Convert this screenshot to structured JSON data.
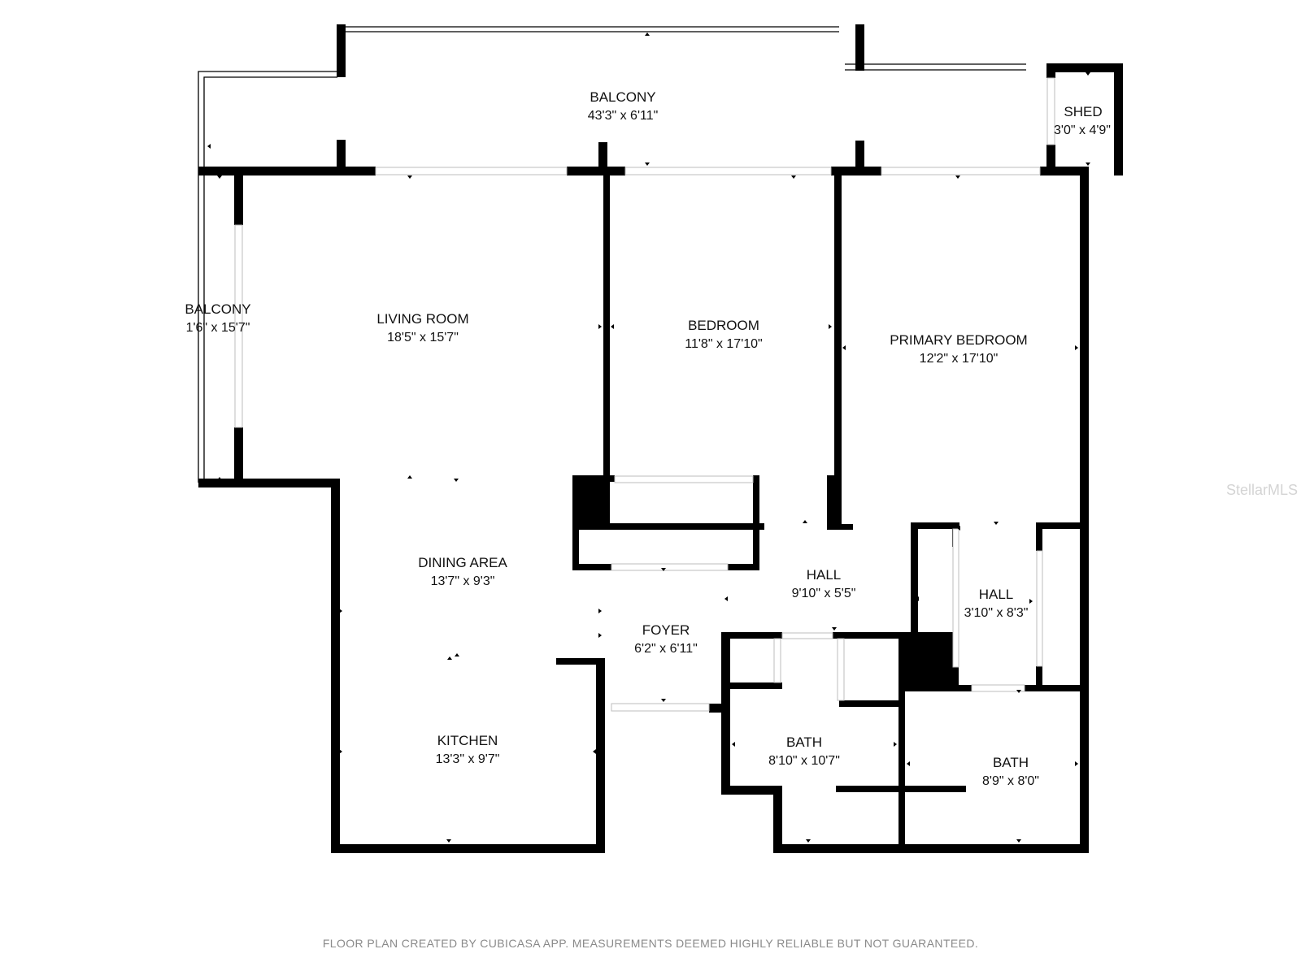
{
  "plan": {
    "rooms": [
      {
        "id": "balcony-top",
        "name": "BALCONY",
        "dims": "43'3\" x 6'11\""
      },
      {
        "id": "shed",
        "name": "SHED",
        "dims": "3'0\" x 4'9\""
      },
      {
        "id": "balcony-side",
        "name": "BALCONY",
        "dims": "1'6\" x 15'7\""
      },
      {
        "id": "living-room",
        "name": "LIVING ROOM",
        "dims": "18'5\" x 15'7\""
      },
      {
        "id": "bedroom",
        "name": "BEDROOM",
        "dims": "11'8\" x 17'10\""
      },
      {
        "id": "primary-bedroom",
        "name": "PRIMARY BEDROOM",
        "dims": "12'2\" x 17'10\""
      },
      {
        "id": "dining-area",
        "name": "DINING AREA",
        "dims": "13'7\" x 9'3\""
      },
      {
        "id": "hall-main",
        "name": "HALL",
        "dims": "9'10\" x 5'5\""
      },
      {
        "id": "hall-small",
        "name": "HALL",
        "dims": "3'10\" x 8'3\""
      },
      {
        "id": "foyer",
        "name": "FOYER",
        "dims": "6'2\" x 6'11\""
      },
      {
        "id": "kitchen",
        "name": "KITCHEN",
        "dims": "13'3\" x 9'7\""
      },
      {
        "id": "bath-1",
        "name": "BATH",
        "dims": "8'10\" x 10'7\""
      },
      {
        "id": "bath-2",
        "name": "BATH",
        "dims": "8'9\" x 8'0\""
      }
    ],
    "footer": "FLOOR PLAN CREATED BY CUBICASA APP. MEASUREMENTS DEEMED HIGHLY RELIABLE BUT NOT GUARANTEED.",
    "watermark": "StellarMLS",
    "colors": {
      "wall": "#000000",
      "text": "#111111",
      "footer": "#8a8a8a",
      "watermark": "#d4d4d4"
    }
  }
}
